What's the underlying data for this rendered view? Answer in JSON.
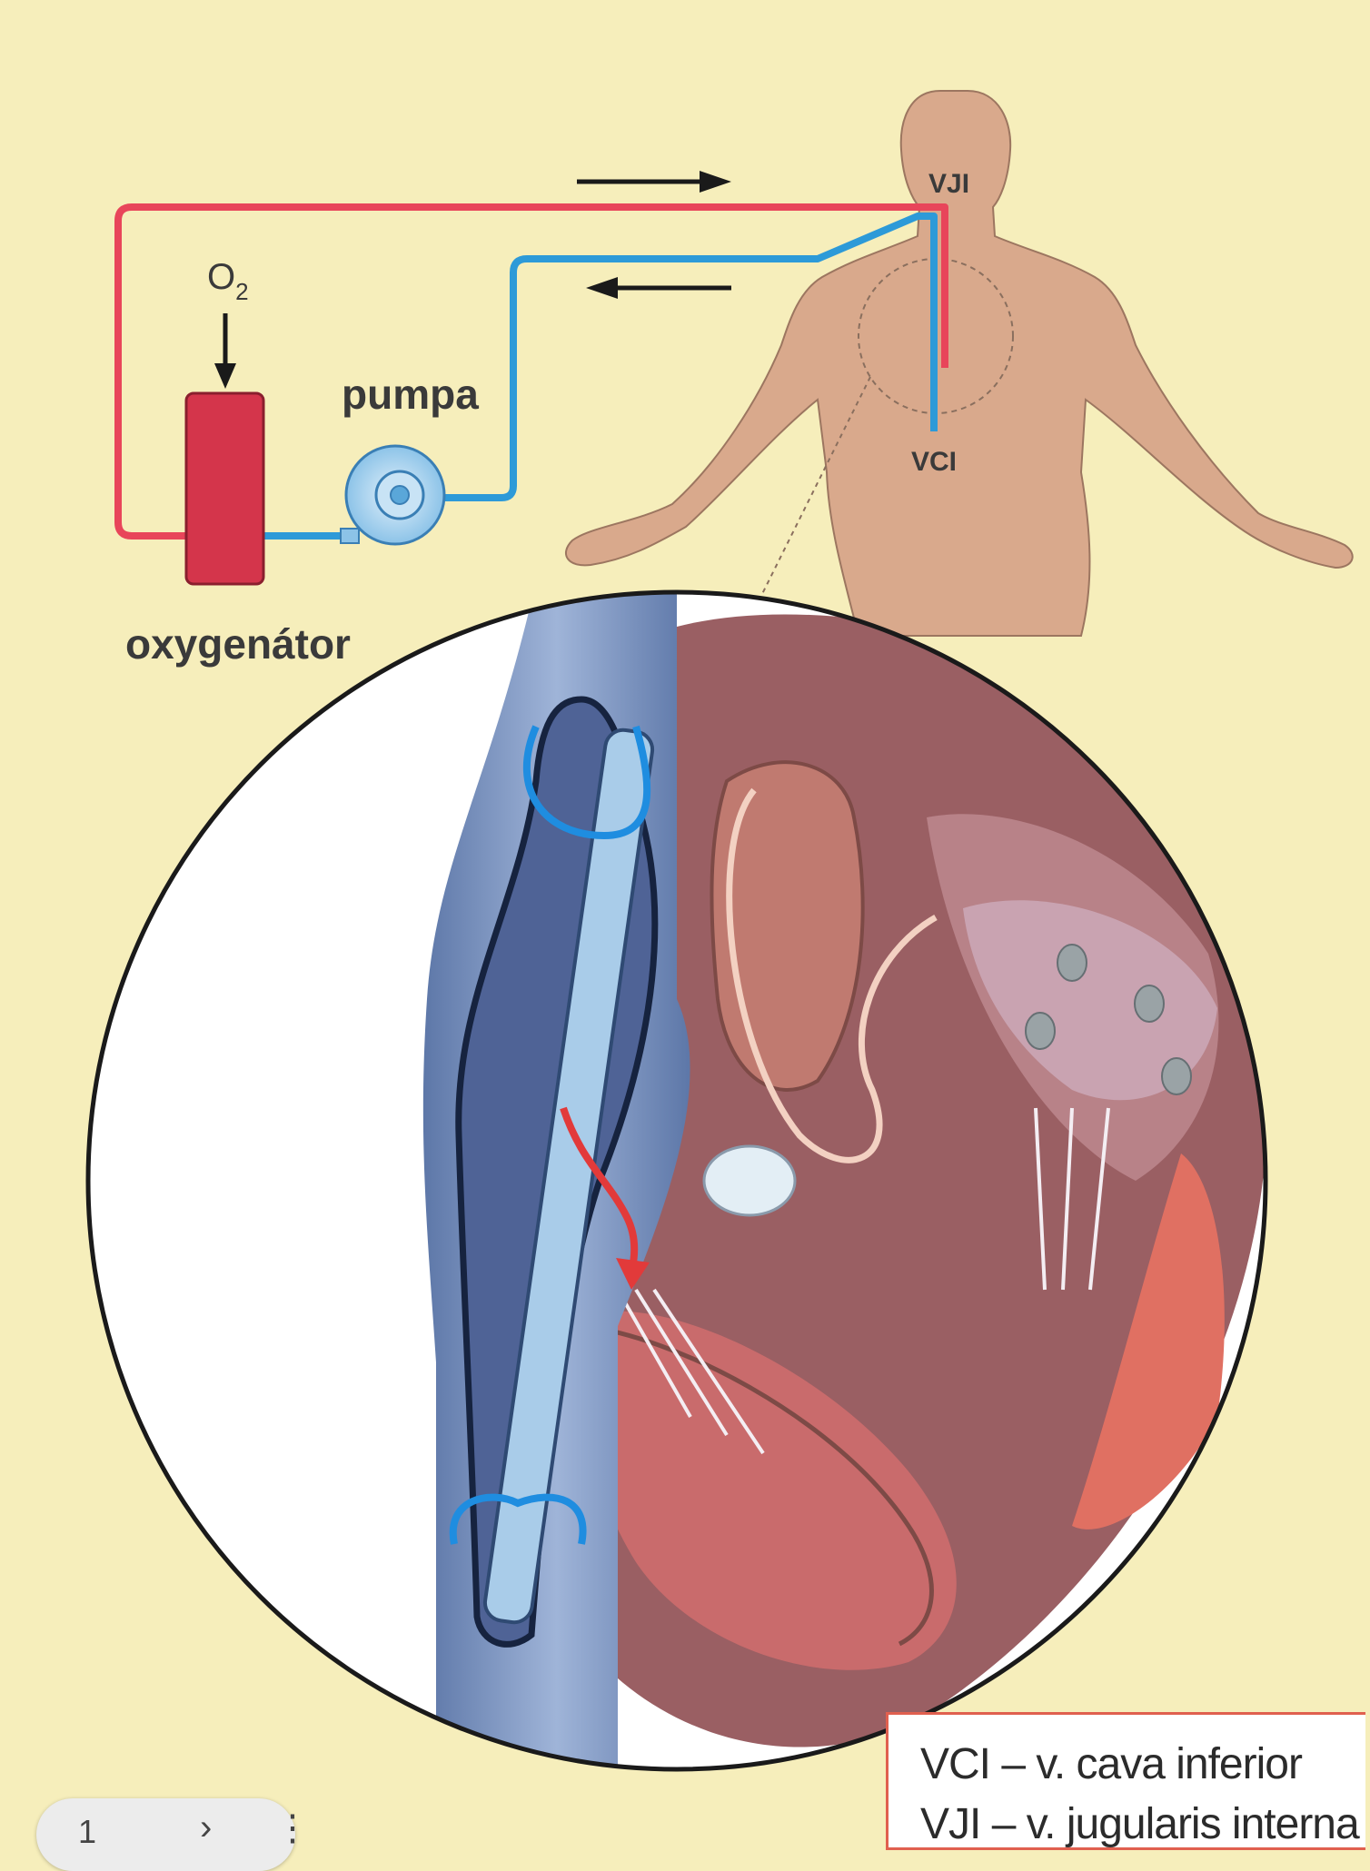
{
  "labels": {
    "o2_main": "O",
    "o2_sub": "2",
    "pump": "pumpa",
    "oxygenator": "oxygenátor",
    "vji": "VJI",
    "vci": "VCI"
  },
  "legend": {
    "line1": "VCI – v. cava inferior",
    "line2": "VJI – v. jugularis interna"
  },
  "pager": {
    "page": "1",
    "next_glyph": "›",
    "more_glyph": "⋮"
  },
  "colors": {
    "background": "#f6eebb",
    "oxygenated": "#e8455a",
    "deoxygenated": "#2d9ad8",
    "skin": "#d9a98c",
    "oxygenator": "#d4354b",
    "vessel": "#6f87b5",
    "legend_border": "#e0604f"
  }
}
